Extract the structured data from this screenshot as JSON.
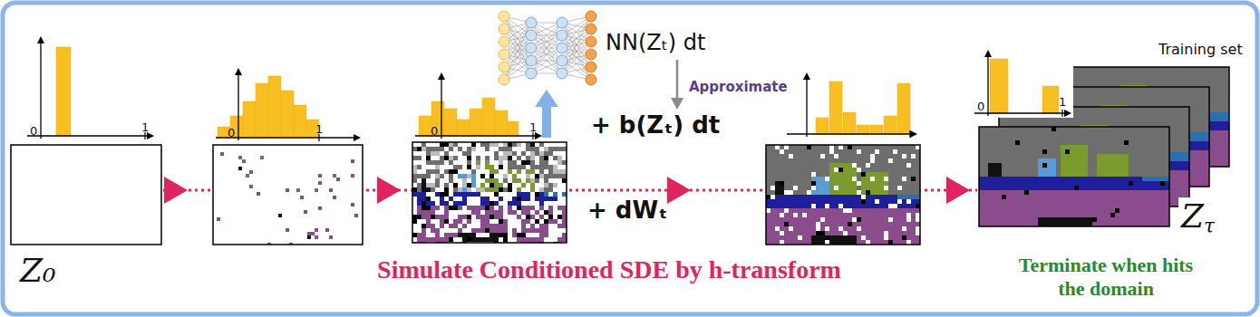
{
  "diagram": {
    "labels": [
      "0",
      "1",
      "0",
      "1",
      "0",
      "1",
      "NN(Zₜ) dt",
      "Approximate",
      "+ b(Zₜ) dt",
      "+ dWₜ",
      "Training set",
      "0",
      "1",
      "Z₀",
      "Simulate Conditioned SDE by h-transform",
      "Zτ",
      "Terminate when hits the domain"
    ]
  }
}
